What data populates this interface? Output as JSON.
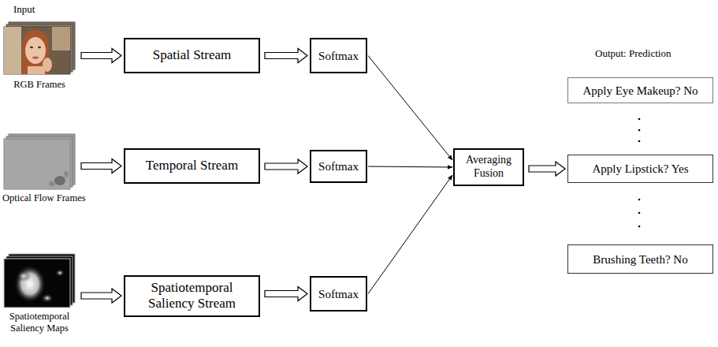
{
  "diagram": {
    "nodes": [
      {
        "text": [
          "RGB Frames"
        ]
      },
      {
        "text": [
          "Spatial Stream"
        ]
      },
      {
        "text": [
          "Softmax"
        ]
      },
      {
        "text": [
          "Optical Flow Frames"
        ]
      },
      {
        "text": [
          "Temporal Stream"
        ]
      },
      {
        "text": [
          "Softmax"
        ]
      },
      {
        "text": [
          "Averaging Fusion"
        ]
      },
      {
        "text": [
          "Apply Eye Makeup? No"
        ]
      },
      {
        "text": [
          "Apply Lipstick? Yes"
        ]
      },
      {
        "text": [
          "Brushing Teeth? No"
        ]
      },
      {
        "text": [
          "Spatiotemporal Saliency Maps"
        ]
      },
      {
        "text": [
          "Spatiotemporal Saliency Stream"
        ]
      },
      {
        "text": [
          "Softmax"
        ]
      }
    ],
    "edges": [
      {
        "from": 0,
        "to": 1,
        "arrow": "to"
      },
      {
        "from": 1,
        "to": 2,
        "arrow": "to"
      },
      {
        "from": 3,
        "to": 4,
        "arrow": "to"
      },
      {
        "from": 4,
        "to": 5,
        "arrow": "to"
      },
      {
        "from": 10,
        "to": 11,
        "arrow": "to"
      },
      {
        "from": 11,
        "to": 12,
        "arrow": "to"
      },
      {
        "from": 2,
        "to": 6,
        "arrow": "to"
      },
      {
        "from": 5,
        "to": 6,
        "arrow": "to"
      },
      {
        "from": 12,
        "to": 6,
        "arrow": "to"
      },
      {
        "from": 6,
        "to": 8,
        "arrow": "to"
      }
    ],
    "labels": [
      "Input",
      "Output: Prediction"
    ]
  }
}
